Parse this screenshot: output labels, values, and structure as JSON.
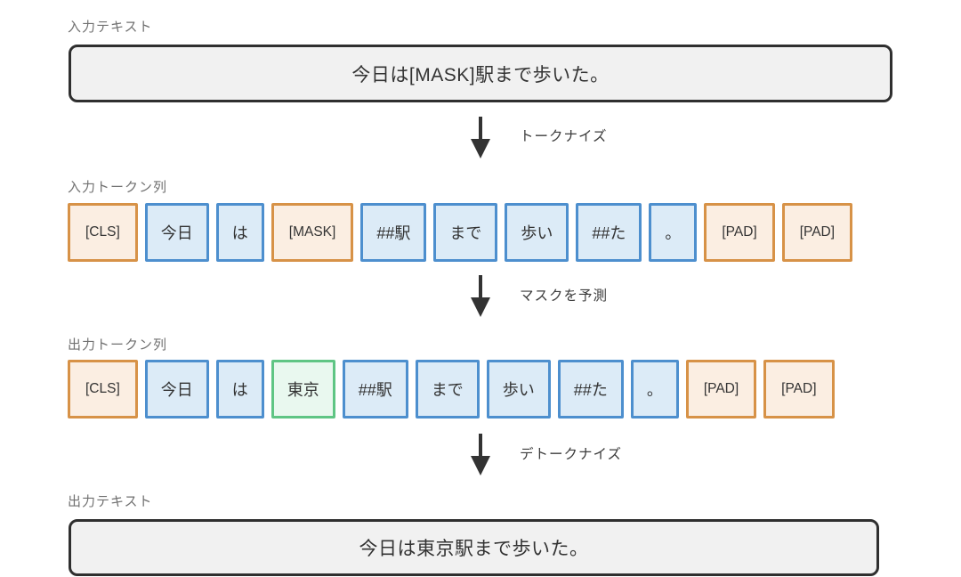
{
  "sections": {
    "input_text": {
      "label": "入力テキスト",
      "text": "今日は[MASK]駅まで歩いた。"
    },
    "input_tokens": {
      "label": "入力トークン列",
      "tokens": [
        {
          "text": "[CLS]",
          "type": "special"
        },
        {
          "text": "今日",
          "type": "normal"
        },
        {
          "text": "は",
          "type": "normal"
        },
        {
          "text": "[MASK]",
          "type": "special"
        },
        {
          "text": "##駅",
          "type": "normal"
        },
        {
          "text": "まで",
          "type": "normal"
        },
        {
          "text": "歩い",
          "type": "normal"
        },
        {
          "text": "##た",
          "type": "normal"
        },
        {
          "text": "。",
          "type": "normal"
        },
        {
          "text": "[PAD]",
          "type": "special"
        },
        {
          "text": "[PAD]",
          "type": "special"
        }
      ]
    },
    "output_tokens": {
      "label": "出力トークン列",
      "tokens": [
        {
          "text": "[CLS]",
          "type": "special"
        },
        {
          "text": "今日",
          "type": "normal"
        },
        {
          "text": "は",
          "type": "normal"
        },
        {
          "text": "東京",
          "type": "predicted"
        },
        {
          "text": "##駅",
          "type": "normal"
        },
        {
          "text": "まで",
          "type": "normal"
        },
        {
          "text": "歩い",
          "type": "normal"
        },
        {
          "text": "##た",
          "type": "normal"
        },
        {
          "text": "。",
          "type": "normal"
        },
        {
          "text": "[PAD]",
          "type": "special"
        },
        {
          "text": "[PAD]",
          "type": "special"
        }
      ]
    },
    "output_text": {
      "label": "出力テキスト",
      "text": "今日は東京駅まで歩いた。"
    }
  },
  "arrows": [
    {
      "label": "トークナイズ"
    },
    {
      "label": "マスクを予測"
    },
    {
      "label": "デトークナイズ"
    }
  ],
  "colors": {
    "textbox": {
      "border": "#2f2f2f",
      "fill": "#f1f1f1"
    },
    "special": {
      "border": "#d79247",
      "fill": "#fbeee2"
    },
    "normal": {
      "border": "#4d8fce",
      "fill": "#dcebf7"
    },
    "predicted": {
      "border": "#5fc584",
      "fill": "#e9f8ef"
    }
  }
}
